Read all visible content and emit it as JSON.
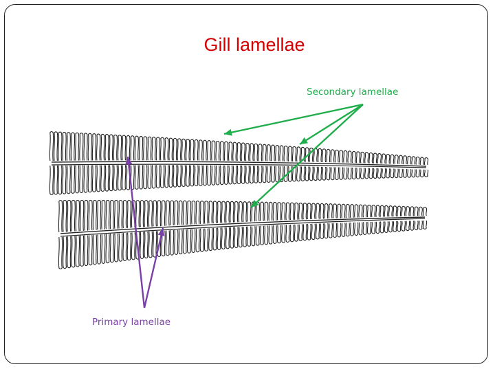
{
  "slide": {
    "title": "Gill lamellae"
  },
  "labels": {
    "secondary": "Secondary lamellae",
    "primary": "Primary lamellae"
  },
  "colors": {
    "title": "#d40000",
    "secondary_arrow": "#1fae4b",
    "primary_arrow": "#7a3fa8",
    "ink": "#222222"
  }
}
